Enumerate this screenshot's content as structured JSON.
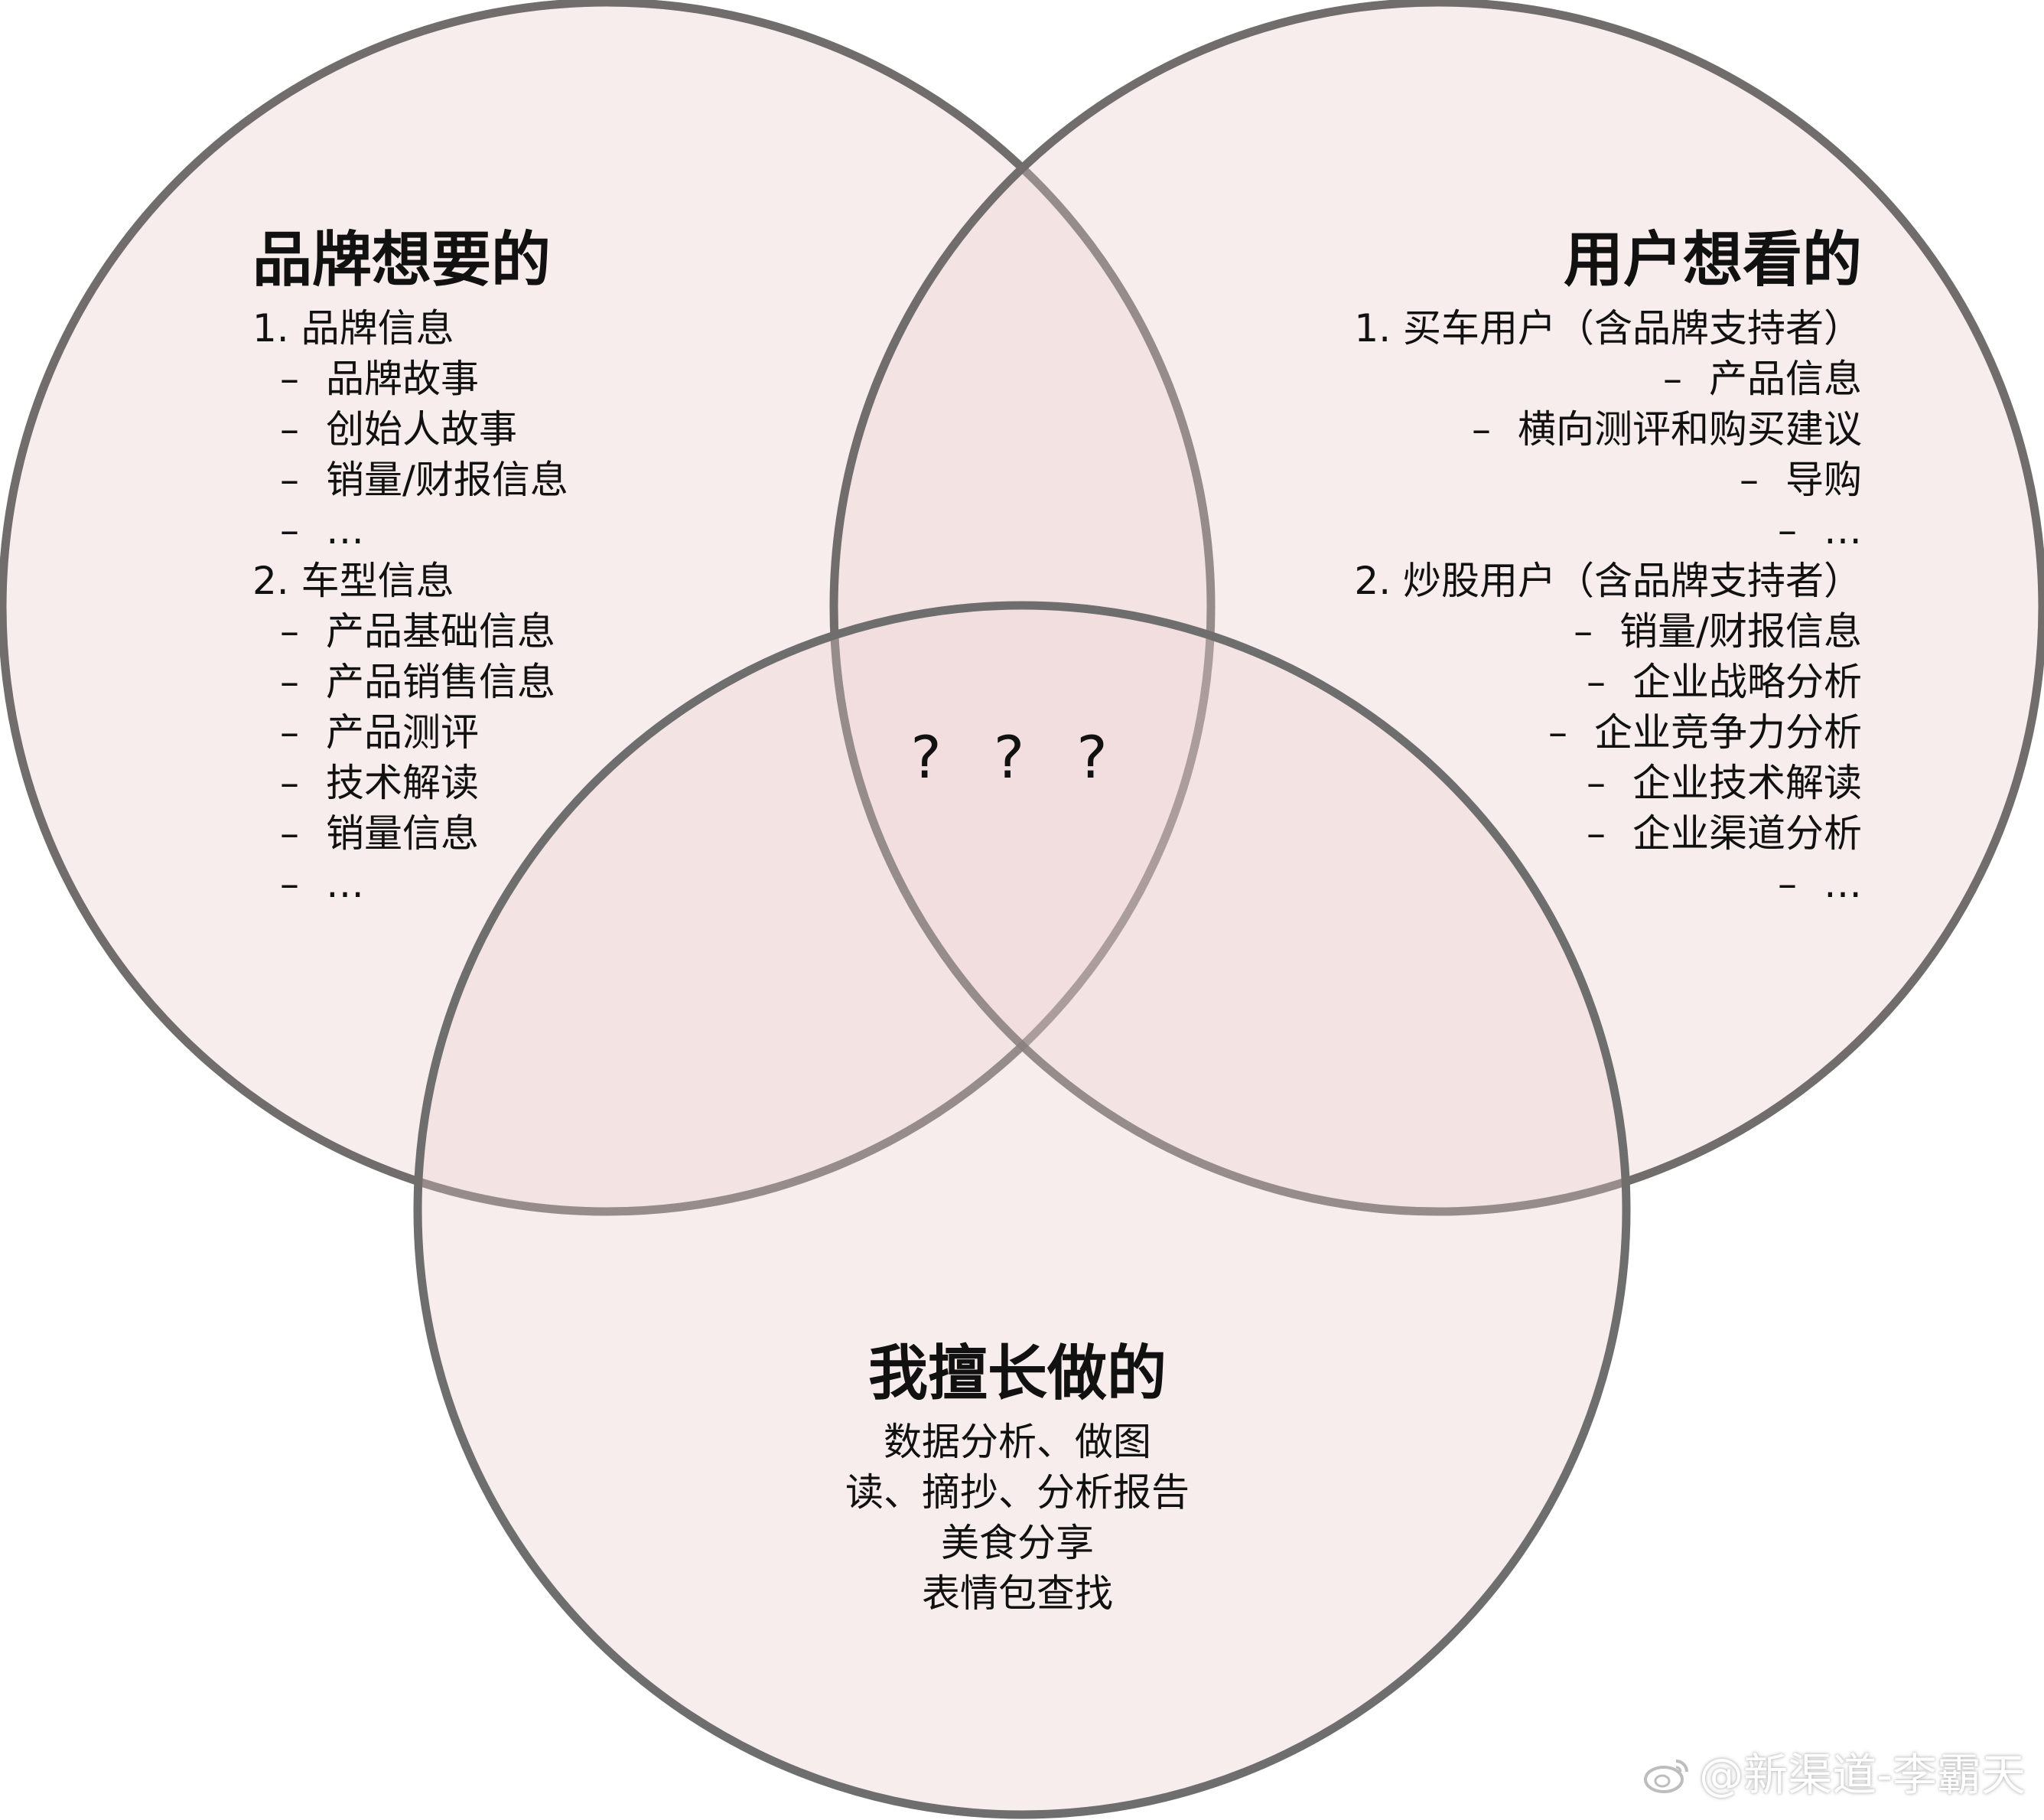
{
  "brand": {
    "title": "品牌想要的",
    "items": [
      "1. 品牌信息",
      "品牌故事",
      "创始人故事",
      "销量/财报信息",
      "…",
      "2. 车型信息",
      "产品基础信息",
      "产品销售信息",
      "产品测评",
      "技术解读",
      "销量信息",
      "…"
    ]
  },
  "user": {
    "title": "用户想看的",
    "items": [
      "1. 买车用户（含品牌支持者）",
      "产品信息",
      "横向测评和购买建议",
      "导购",
      "…",
      "2. 炒股用户（含品牌支持者）",
      "销量/财报信息",
      "企业战略分析",
      "企业竞争力分析",
      "企业技术解读",
      "企业渠道分析",
      "…"
    ]
  },
  "skills": {
    "title": "我擅长做的",
    "items": [
      "数据分析、做图",
      "读、摘抄、分析报告",
      "美食分享",
      "表情包查找"
    ]
  },
  "center": {
    "label": "? ? ?"
  },
  "watermark": {
    "text": "@新渠道-李霸天",
    "logo_icon": "weibo-logo-icon"
  },
  "colors": {
    "circle_fill": "#f5e7e7",
    "circle_stroke": "#6e6e6e"
  }
}
